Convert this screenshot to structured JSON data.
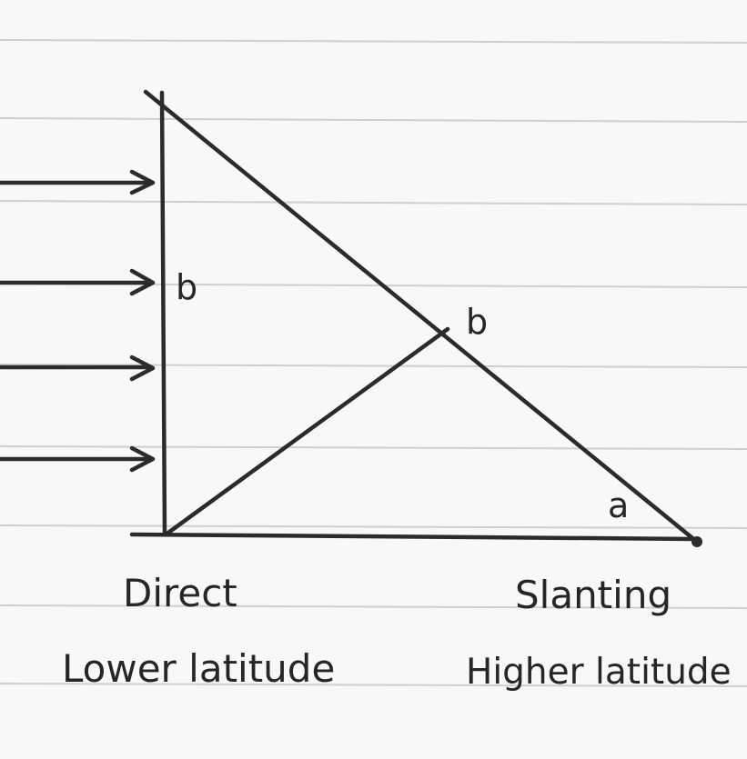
{
  "labels": {
    "vertical_side": "b",
    "hypotenuse_point": "b",
    "angle": "a",
    "left_caption_1": "Direct",
    "left_caption_2": "Lower latitude",
    "right_caption_1": "Slanting",
    "right_caption_2": "Higher latitude"
  },
  "icons": {
    "rays": "arrow-right-icon"
  },
  "colors": {
    "ink": "#2b2b2b",
    "paper": "#f8f8f6",
    "ruled_lines": "#c9c9c9"
  }
}
